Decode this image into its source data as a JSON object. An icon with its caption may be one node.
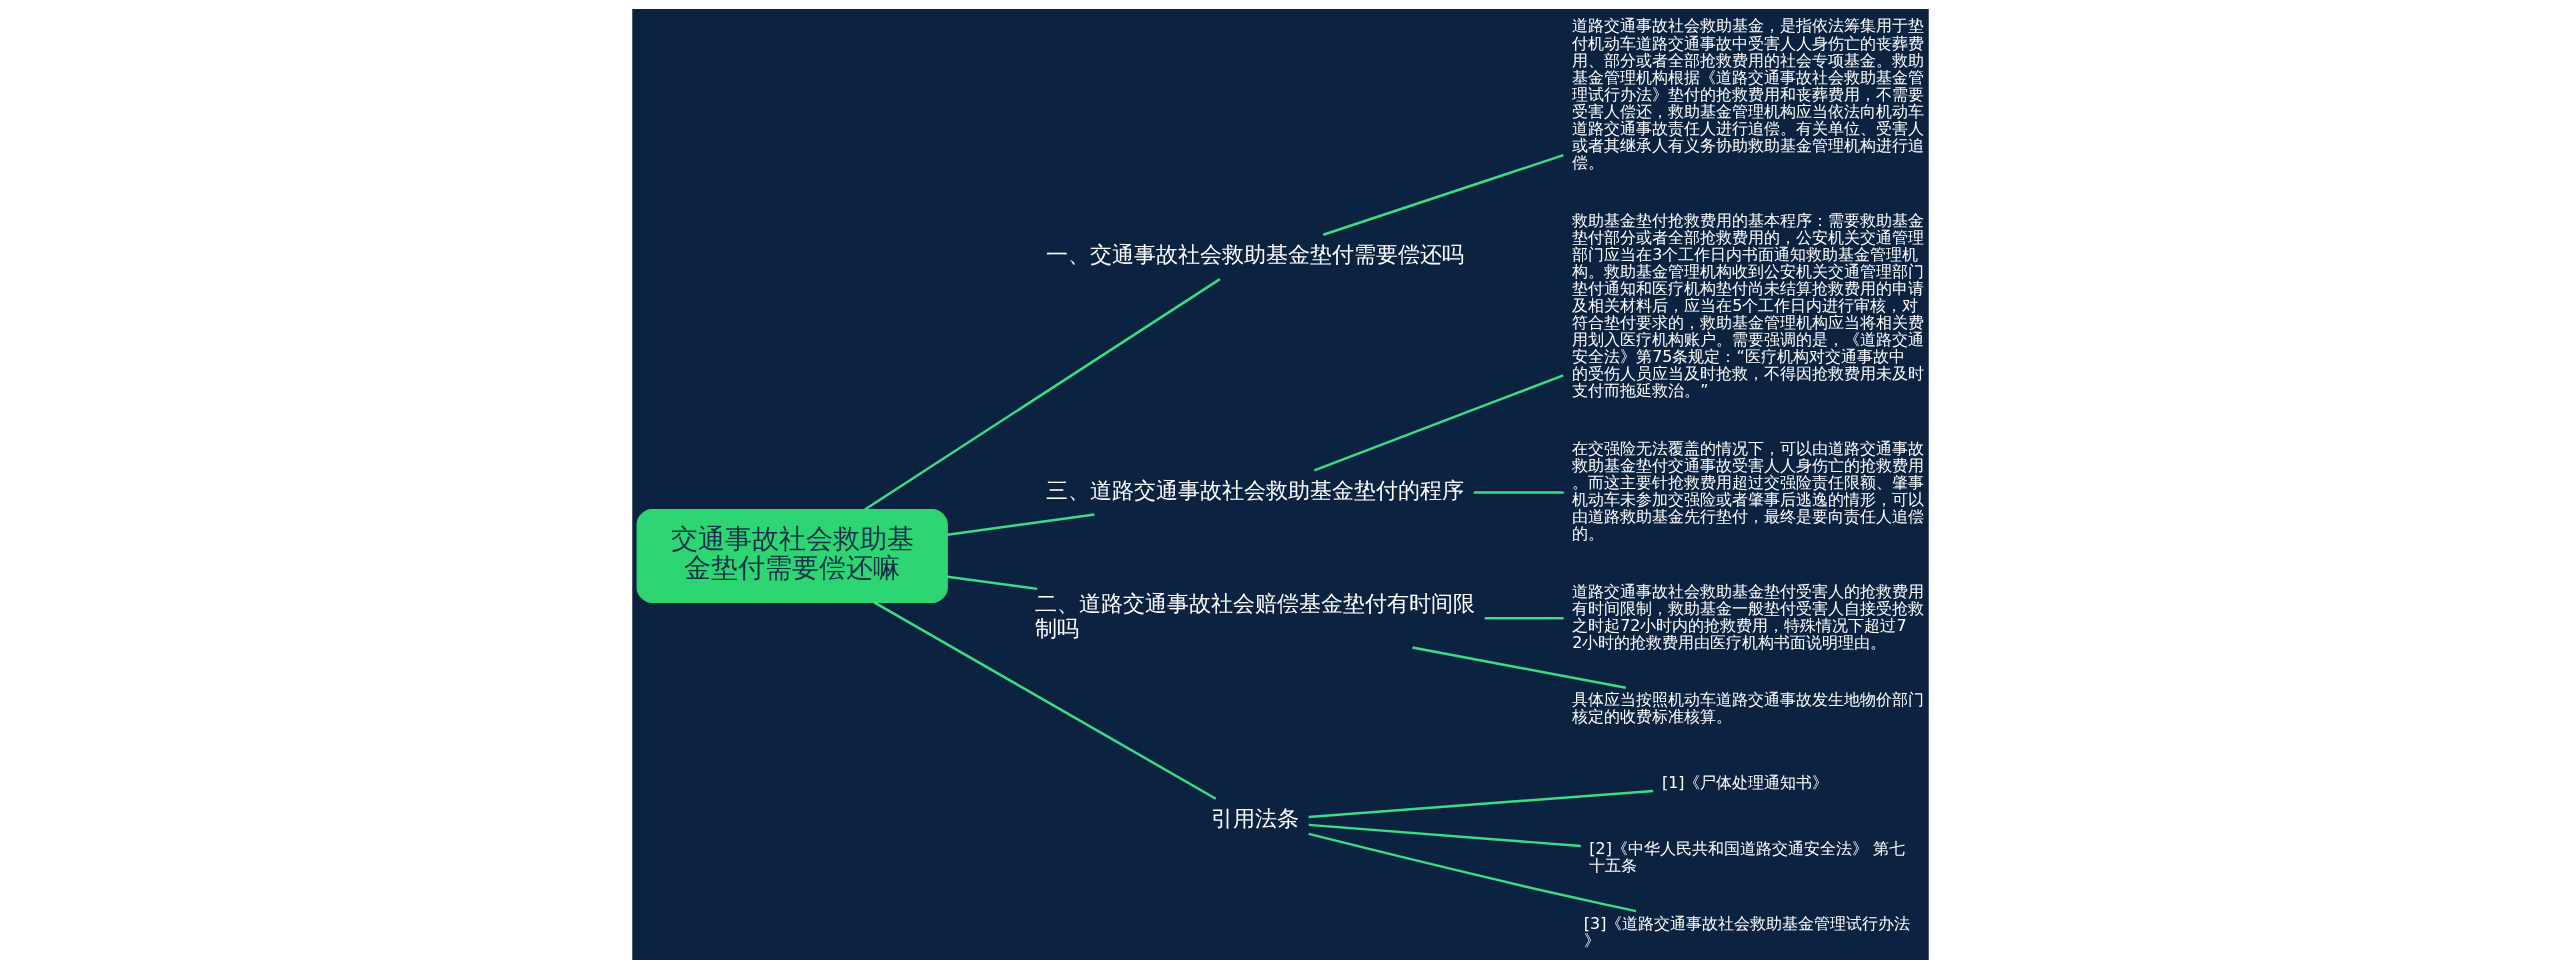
{
  "diagram": {
    "nodes": [
      {
        "text": [
          "交通事故社会救助基金垫付需要偿还嘛"
        ]
      },
      {
        "text": [
          "一、交通事故社会救助基金垫付需要偿还吗"
        ]
      },
      {
        "text": [
          "道路交通事故社会救助基金，是指依法筹集用于垫付机动车道路交通事故中受害人人身伤亡的丧葬费用、部分或者全部抢救费用的社会专项基金。救助基金管理机构根据《道路交通事故社会救助基金管理试行办法》垫付的抢救费用和丧葬费用，不需要受害人偿还，救助基金管理机构应当依法向机动车道路交通事故责任人进行追偿。有关单位、受害人或者其继承人有义务协助救助基金管理机构进行追偿。"
        ]
      },
      {
        "text": [
          "三、道路交通事故社会救助基金垫付的程序"
        ]
      },
      {
        "text": [
          "救助基金垫付抢救费用的基本程序：需要救助基金垫付部分或者全部抢救费用的，公安机关交通管理部门应当在3个工作日内书面通知救助基金管理机构。救助基金管理机构收到公安机关交通管理部门垫付通知和医疗机构垫付尚未结算抢救费用的申请及相关材料后，应当在5个工作日内进行审核，对符合垫付要求的，救助基金管理机构应当将相关费用划入医疗机构账户。需要强调的是，《道路交通安全法》第75条规定：“医疗机构对交通事故中的受伤人员应当及时抢救，不得因抢救费用未及时支付而拖延救治。”"
        ]
      },
      {
        "text": [
          "在交强险无法覆盖的情况下，可以由道路交通事故救助基金垫付交通事故受害人人身伤亡的抢救费用。而这主要针抢救费用超过交强险责任限额、肇事机动车未参加交强险或者肇事后逃逸的情形，可以由道路救助基金先行垫付，最终是要向责任人追偿的。"
        ]
      },
      {
        "text": [
          "二、道路交通事故社会赔偿基金垫付有时间限制吗"
        ]
      },
      {
        "text": [
          "道路交通事故社会救助基金垫付受害人的抢救费用有时间限制，救助基金一般垫付受害人自接受抢救之时起72小时内的抢救费用，特殊情况下超过72小时的抢救费用由医疗机构书面说明理由。"
        ]
      },
      {
        "text": [
          "具体应当按照机动车道路交通事故发生地物价部门核定的收费标准核算。"
        ]
      },
      {
        "text": [
          "引用法条"
        ]
      },
      {
        "text": [
          "[1]《尸体处理通知书》"
        ]
      },
      {
        "text": [
          "[2]《中华人民共和国道路交通安全法》 第七十五条"
        ]
      },
      {
        "text": [
          "[3]《道路交通事故社会救助基金管理试行办法》"
        ]
      }
    ],
    "edges": [
      {
        "from": 0,
        "to": 1,
        "arrow": "none"
      },
      {
        "from": 1,
        "to": 2,
        "arrow": "none"
      },
      {
        "from": 0,
        "to": 3,
        "arrow": "none"
      },
      {
        "from": 3,
        "to": 4,
        "arrow": "none"
      },
      {
        "from": 3,
        "to": 5,
        "arrow": "none"
      },
      {
        "from": 0,
        "to": 6,
        "arrow": "none"
      },
      {
        "from": 6,
        "to": 7,
        "arrow": "none"
      },
      {
        "from": 6,
        "to": 8,
        "arrow": "none"
      },
      {
        "from": 0,
        "to": 9,
        "arrow": "none"
      },
      {
        "from": 9,
        "to": 10,
        "arrow": "none"
      },
      {
        "from": 9,
        "to": 11,
        "arrow": "none"
      },
      {
        "from": 9,
        "to": 12,
        "arrow": "none"
      }
    ]
  }
}
